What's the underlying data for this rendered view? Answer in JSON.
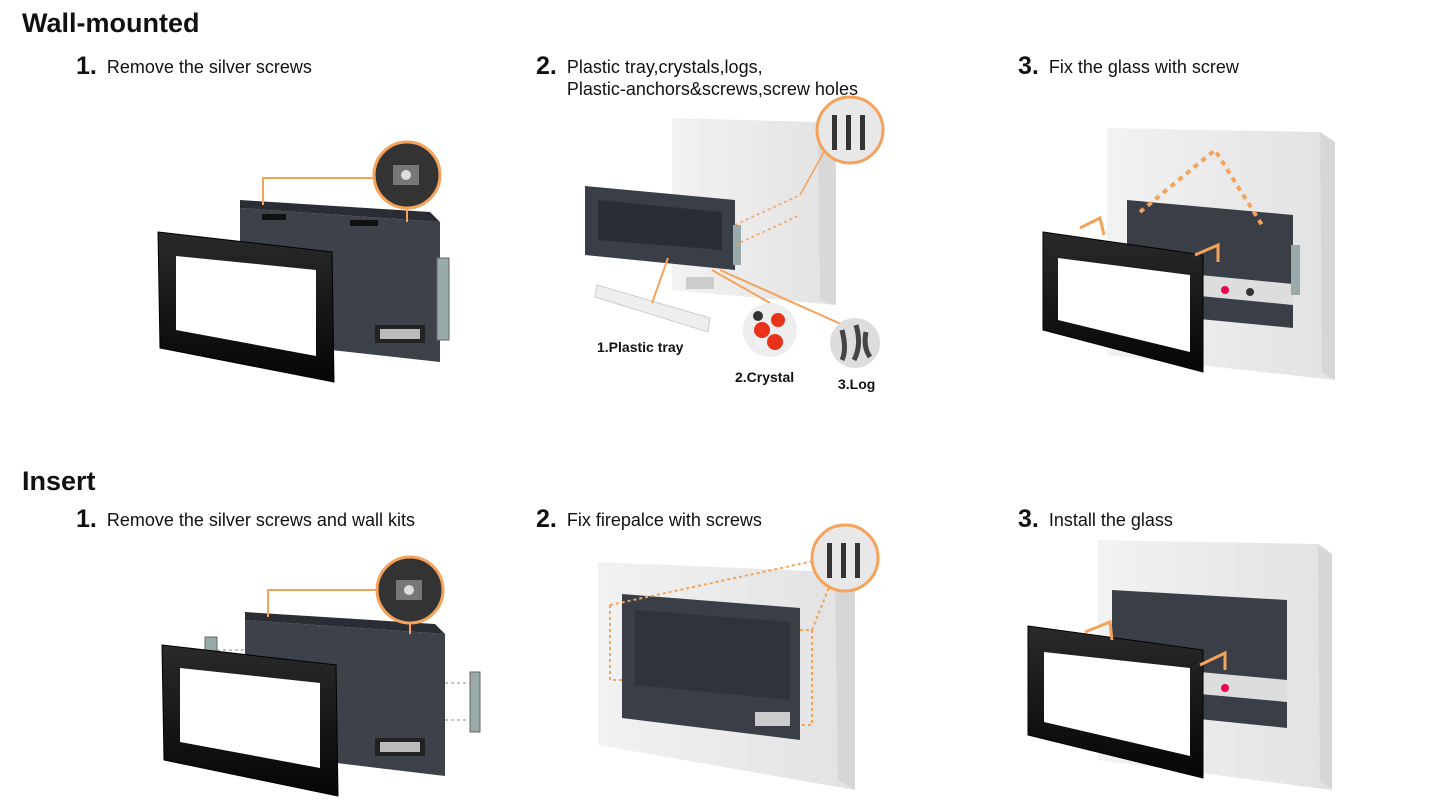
{
  "sections": [
    {
      "title": "Wall-mounted",
      "steps": [
        {
          "num": "1.",
          "text": "Remove the silver screws"
        },
        {
          "num": "2.",
          "text_lines": [
            "Plastic tray,crystals,logs,",
            "Plastic-anchors&screws,screw holes"
          ],
          "labels": {
            "tray": "1.Plastic tray",
            "crystal": "2.Crystal",
            "log": "3.Log"
          }
        },
        {
          "num": "3.",
          "text": "Fix the glass with screw"
        }
      ]
    },
    {
      "title": "Insert",
      "steps": [
        {
          "num": "1.",
          "text": "Remove the silver screws and wall kits"
        },
        {
          "num": "2.",
          "text": "Fix firepalce with screws"
        },
        {
          "num": "3.",
          "text": "Install the glass"
        }
      ]
    }
  ],
  "colors": {
    "accent": "#f5a25a",
    "frame": "#151515",
    "body": "#3a3f47",
    "wall": "#ebebeb"
  }
}
